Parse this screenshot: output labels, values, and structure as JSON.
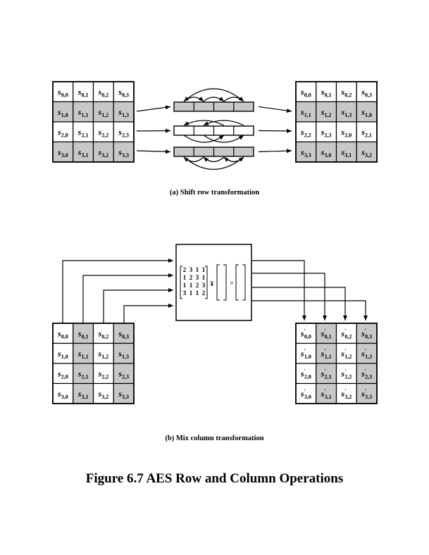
{
  "colors": {
    "shaded": "#c8c8c8",
    "white": "#ffffff",
    "line": "#000000"
  },
  "shift_row": {
    "caption": "(a) Shift row transformation",
    "input": [
      [
        {
          "r": 0,
          "c": 0
        },
        {
          "r": 0,
          "c": 1
        },
        {
          "r": 0,
          "c": 2
        },
        {
          "r": 0,
          "c": 3
        }
      ],
      [
        {
          "r": 1,
          "c": 0
        },
        {
          "r": 1,
          "c": 1
        },
        {
          "r": 1,
          "c": 2
        },
        {
          "r": 1,
          "c": 3
        }
      ],
      [
        {
          "r": 2,
          "c": 0
        },
        {
          "r": 2,
          "c": 1
        },
        {
          "r": 2,
          "c": 2
        },
        {
          "r": 2,
          "c": 3
        }
      ],
      [
        {
          "r": 3,
          "c": 0
        },
        {
          "r": 3,
          "c": 1
        },
        {
          "r": 3,
          "c": 2
        },
        {
          "r": 3,
          "c": 3
        }
      ]
    ],
    "input_shaded_rows": [
      1,
      3
    ],
    "output": [
      [
        {
          "r": 0,
          "c": 0
        },
        {
          "r": 0,
          "c": 1
        },
        {
          "r": 0,
          "c": 2
        },
        {
          "r": 0,
          "c": 3
        }
      ],
      [
        {
          "r": 1,
          "c": 1
        },
        {
          "r": 1,
          "c": 2
        },
        {
          "r": 1,
          "c": 3
        },
        {
          "r": 1,
          "c": 0
        }
      ],
      [
        {
          "r": 2,
          "c": 2
        },
        {
          "r": 2,
          "c": 3
        },
        {
          "r": 2,
          "c": 0
        },
        {
          "r": 2,
          "c": 1
        }
      ],
      [
        {
          "r": 3,
          "c": 3
        },
        {
          "r": 3,
          "c": 0
        },
        {
          "r": 3,
          "c": 1
        },
        {
          "r": 3,
          "c": 2
        }
      ]
    ],
    "output_shaded_rows": [
      1,
      3
    ],
    "bars_shaded": [
      true,
      false,
      true
    ]
  },
  "mix_column": {
    "caption": "(b) Mix column transformation",
    "matrix": [
      [
        "2",
        "3",
        "1",
        "1"
      ],
      [
        "1",
        "2",
        "3",
        "1"
      ],
      [
        "1",
        "1",
        "2",
        "3"
      ],
      [
        "3",
        "1",
        "1",
        "2"
      ]
    ],
    "times_symbol": "¥",
    "equals_symbol": "=",
    "input_shaded_cols": [
      1,
      3
    ],
    "output_shaded_cols": [
      1,
      3
    ],
    "output_prime": "'"
  },
  "figure_title": "Figure 6.7  AES Row and Column Operations"
}
